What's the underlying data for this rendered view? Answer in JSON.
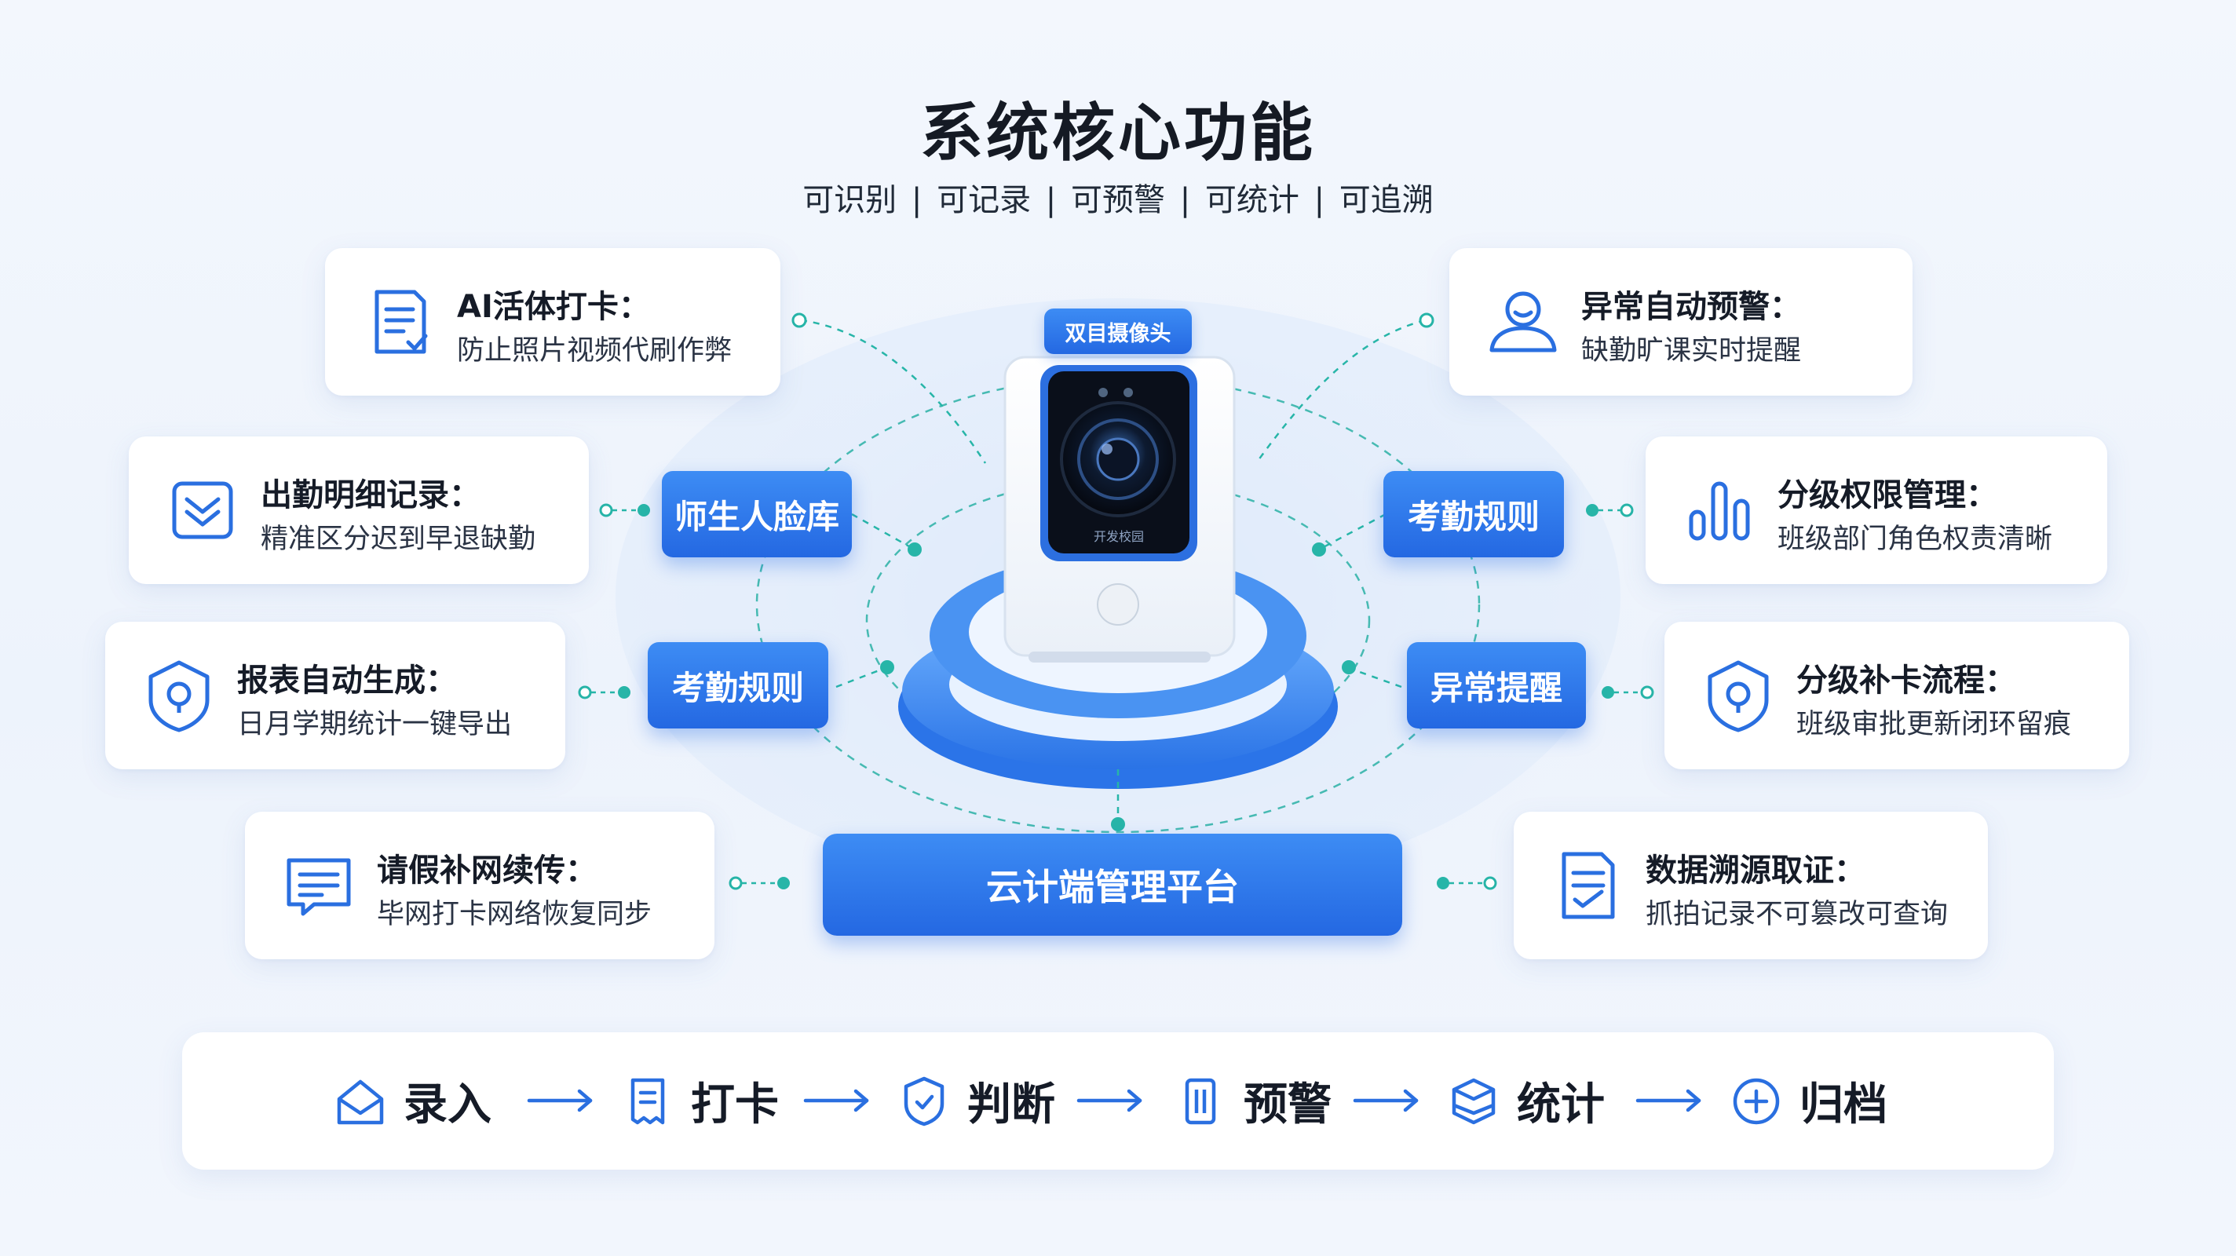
{
  "title": "系统核心功能",
  "subtitle": "可识别 | 可记录 | 可预警 | 可统计 | 可追溯",
  "center": {
    "camera_tag": "双目摄像头",
    "camera_brand": "开发校园",
    "platform_label": "云计端管理平台"
  },
  "hubs": {
    "left_top": "师生人脸库",
    "left_mid": "考勤规则",
    "right_top": "考勤规则",
    "right_mid": "异常提醒"
  },
  "cards": {
    "ai_liveness": {
      "title": "AI活体打卡：",
      "desc": "防止照片视频代刷作弊",
      "icon": "document-check-icon"
    },
    "attendance_detail": {
      "title": "出勤明细记录：",
      "desc": "精准区分迟到早退缺勤",
      "icon": "checkbox-icon"
    },
    "report_auto": {
      "title": "报表自动生成：",
      "desc": "日月学期统计一键导出",
      "icon": "shield-location-icon"
    },
    "leave_resume": {
      "title": "请假补网续传：",
      "desc": "毕网打卡网络恢复同步",
      "icon": "message-list-icon"
    },
    "anomaly_alert": {
      "title": "异常自动预警：",
      "desc": "缺勤旷课实时提醒",
      "icon": "user-icon"
    },
    "tiered_permission": {
      "title": "分级权限管理：",
      "desc": "班级部门角色权责清晰",
      "icon": "bar-chart-icon"
    },
    "tiered_makeup": {
      "title": "分级补卡流程：",
      "desc": "班级审批更新闭环留痕",
      "icon": "shield-location-icon"
    },
    "data_trace": {
      "title": "数据溯源取证：",
      "desc": "抓拍记录不可篡改可查询",
      "icon": "document-edit-icon"
    }
  },
  "flow": [
    {
      "label": "录入",
      "icon": "home-icon"
    },
    {
      "label": "打卡",
      "icon": "receipt-icon"
    },
    {
      "label": "判断",
      "icon": "shield-icon"
    },
    {
      "label": "预警",
      "icon": "bars-icon"
    },
    {
      "label": "统计",
      "icon": "inbox-icon"
    },
    {
      "label": "归档",
      "icon": "plus-circle-icon"
    }
  ],
  "colors": {
    "accent": "#2468e2",
    "accent_light": "#3d8cf4",
    "connector": "#27b5a8",
    "icon_blue": "#2a6fe0"
  }
}
